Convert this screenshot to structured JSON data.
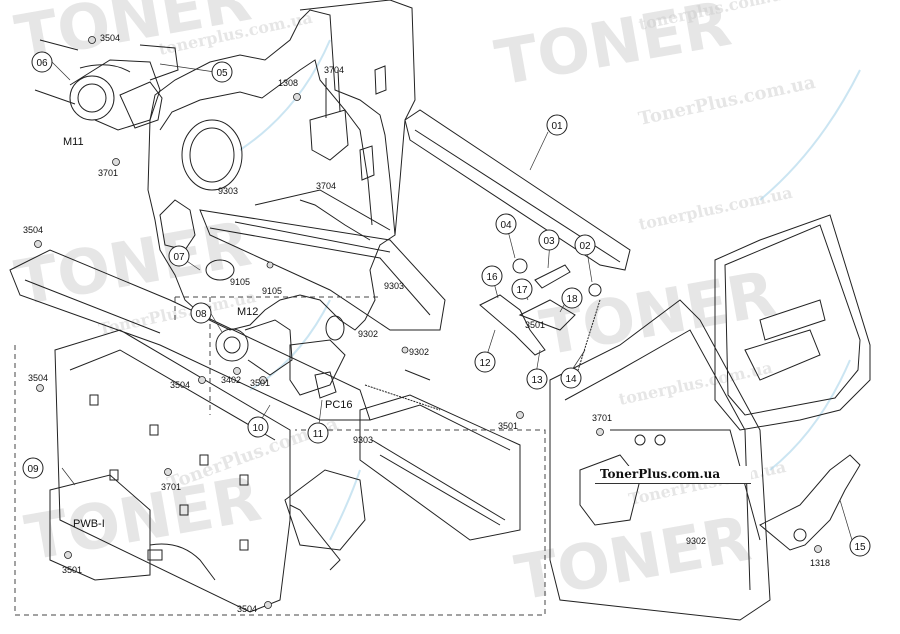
{
  "watermark": {
    "logo_text": "TONER",
    "url_text": "TonerPlus.com.ua",
    "url_text_alt": "tonerplus.com.ua"
  },
  "brand_label": "TonerPlus.com.ua",
  "callouts": {
    "c01": "01",
    "c02": "02",
    "c03": "03",
    "c04": "04",
    "c05": "05",
    "c06": "06",
    "c07": "07",
    "c08": "08",
    "c09": "09",
    "c10": "10",
    "c11": "11",
    "c12": "12",
    "c13": "13",
    "c14": "14",
    "c15": "15",
    "c16": "16",
    "c17": "17",
    "c18": "18"
  },
  "part_refs": {
    "r3504a": "3504",
    "r3504b": "3504",
    "r3504c": "3504",
    "r3504d": "3504",
    "r3504e": "3504",
    "r1308": "1308",
    "r3704a": "3704",
    "r3704b": "3704",
    "r3701a": "3701",
    "r3701b": "3701",
    "r3701c": "3701",
    "r9303a": "9303",
    "r9303b": "9303",
    "r9303c": "9303",
    "r9105a": "9105",
    "r9105b": "9105",
    "r9302a": "9302",
    "r9302b": "9302",
    "r9302c": "9302",
    "r3402": "3402",
    "r3501a": "3501",
    "r3501b": "3501",
    "r3501c": "3501",
    "r3501d": "3501",
    "r1318": "1318"
  },
  "component_labels": {
    "m11": "M11",
    "m12": "M12",
    "pc16": "PC16",
    "pwb": "PWB-I"
  }
}
